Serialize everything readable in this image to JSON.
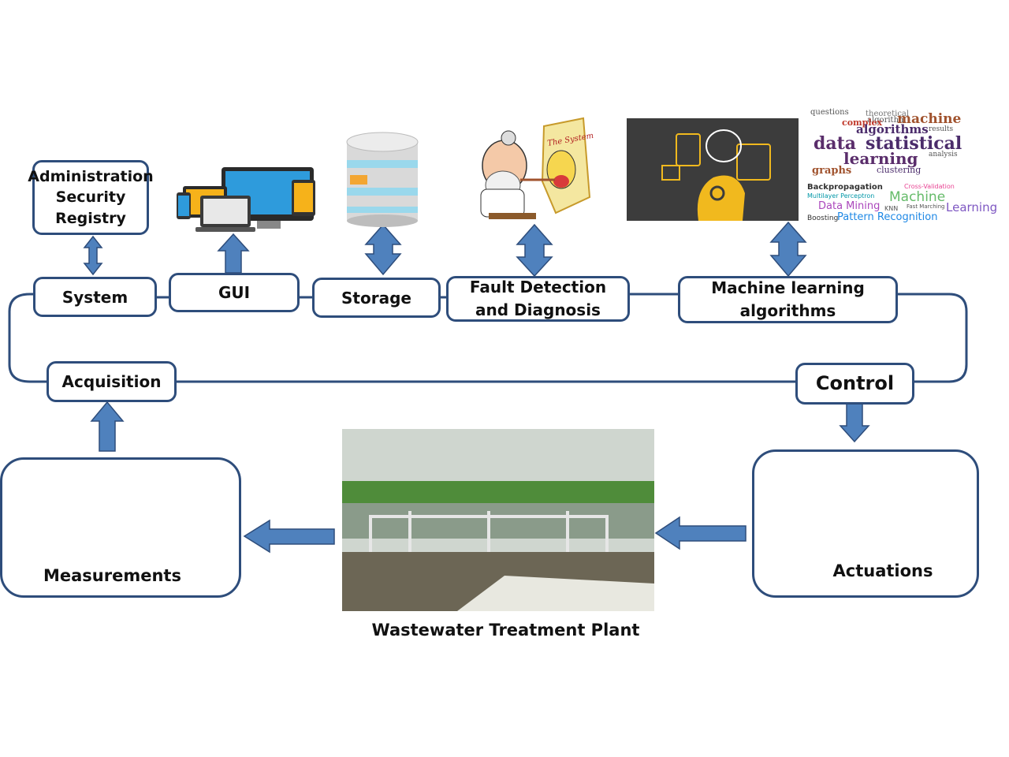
{
  "colors": {
    "accent": "#4f81bd",
    "border": "#2e4d7b"
  },
  "boxes": {
    "admin": "Administration\nSecurity\nRegistry",
    "system": "System",
    "gui": "GUI",
    "storage": "Storage",
    "fdd": "Fault Detection\nand Diagnosis",
    "ml": "Machine learning\nalgorithms",
    "acquisition": "Acquisition",
    "control": "Control"
  },
  "panels": {
    "measurements": "Measurements",
    "actuations": "Actuations",
    "plant": "Wastewater Treatment Plant"
  },
  "images": {
    "newspaper": "The System",
    "wordcloud_top": [
      "questions",
      "theoretical",
      "algorithm",
      "complex",
      "machine",
      "algorithms",
      "results",
      "data",
      "statistical",
      "learning",
      "analysis",
      "graphs",
      "clustering"
    ],
    "wordcloud_bottom": [
      "Backpropagation",
      "Cross-Validation",
      "Multilayer Perceptron",
      "Machine",
      "Data Mining",
      "Learning",
      "Boosting",
      "Pattern Recognition",
      "KNN",
      "Fast Marching"
    ]
  }
}
